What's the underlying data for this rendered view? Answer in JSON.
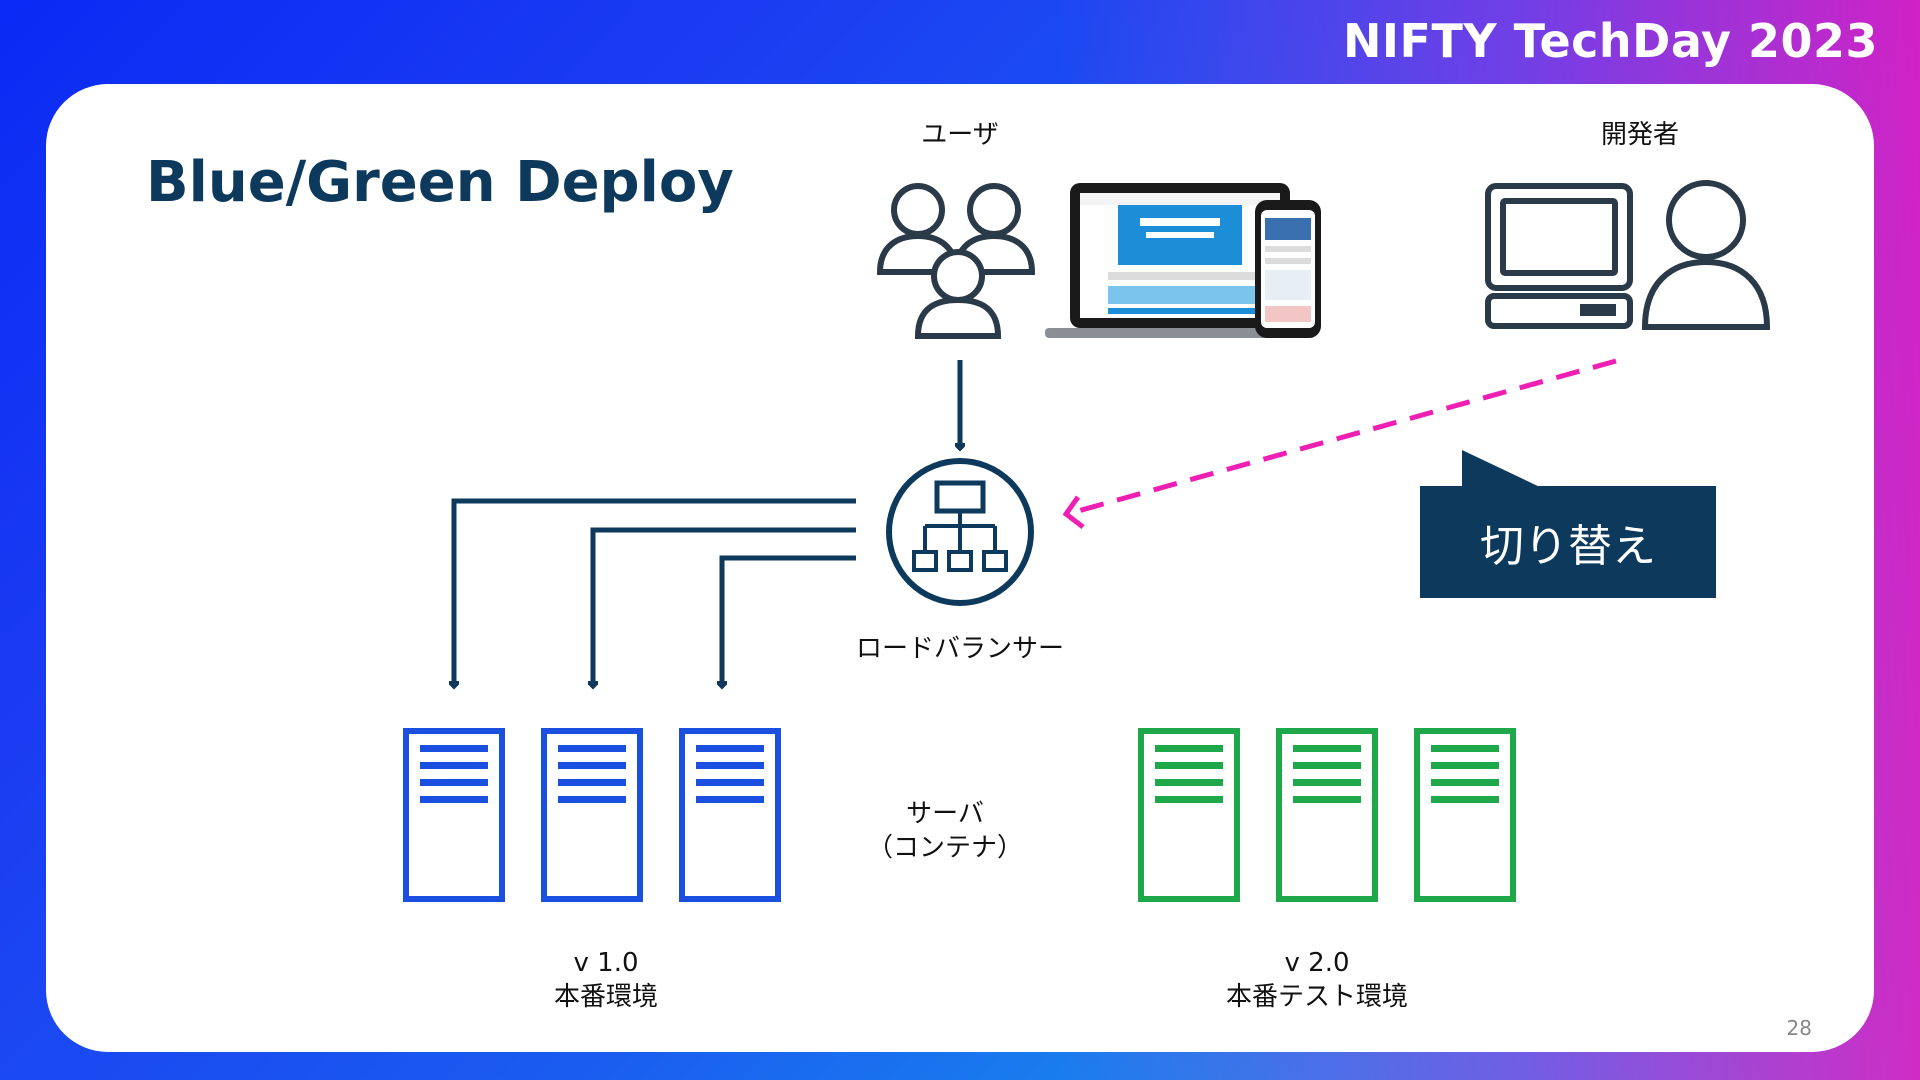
{
  "brand": "NIFTY TechDay 2023",
  "title": "Blue/Green Deploy",
  "labels": {
    "user": "ユーザ",
    "developer": "開発者",
    "load_balancer": "ロードバランサー",
    "server_line1": "サーバ",
    "server_line2": "（コンテナ）",
    "v1_version": "v 1.0",
    "v1_env": "本番環境",
    "v2_version": "v 2.0",
    "v2_env": "本番テスト環境"
  },
  "callout": "切り替え",
  "page_number": "28",
  "colors": {
    "navy": "#0d3a5c",
    "blue_server": "#1a4fe0",
    "green_server": "#1fa84a",
    "switch_arrow": "#f01fb4",
    "screen_blue": "#1c8ed8"
  },
  "icons": [
    "users-group-icon",
    "laptop-phone-image",
    "computer-icon",
    "person-icon",
    "load-balancer-icon",
    "server-icon"
  ]
}
